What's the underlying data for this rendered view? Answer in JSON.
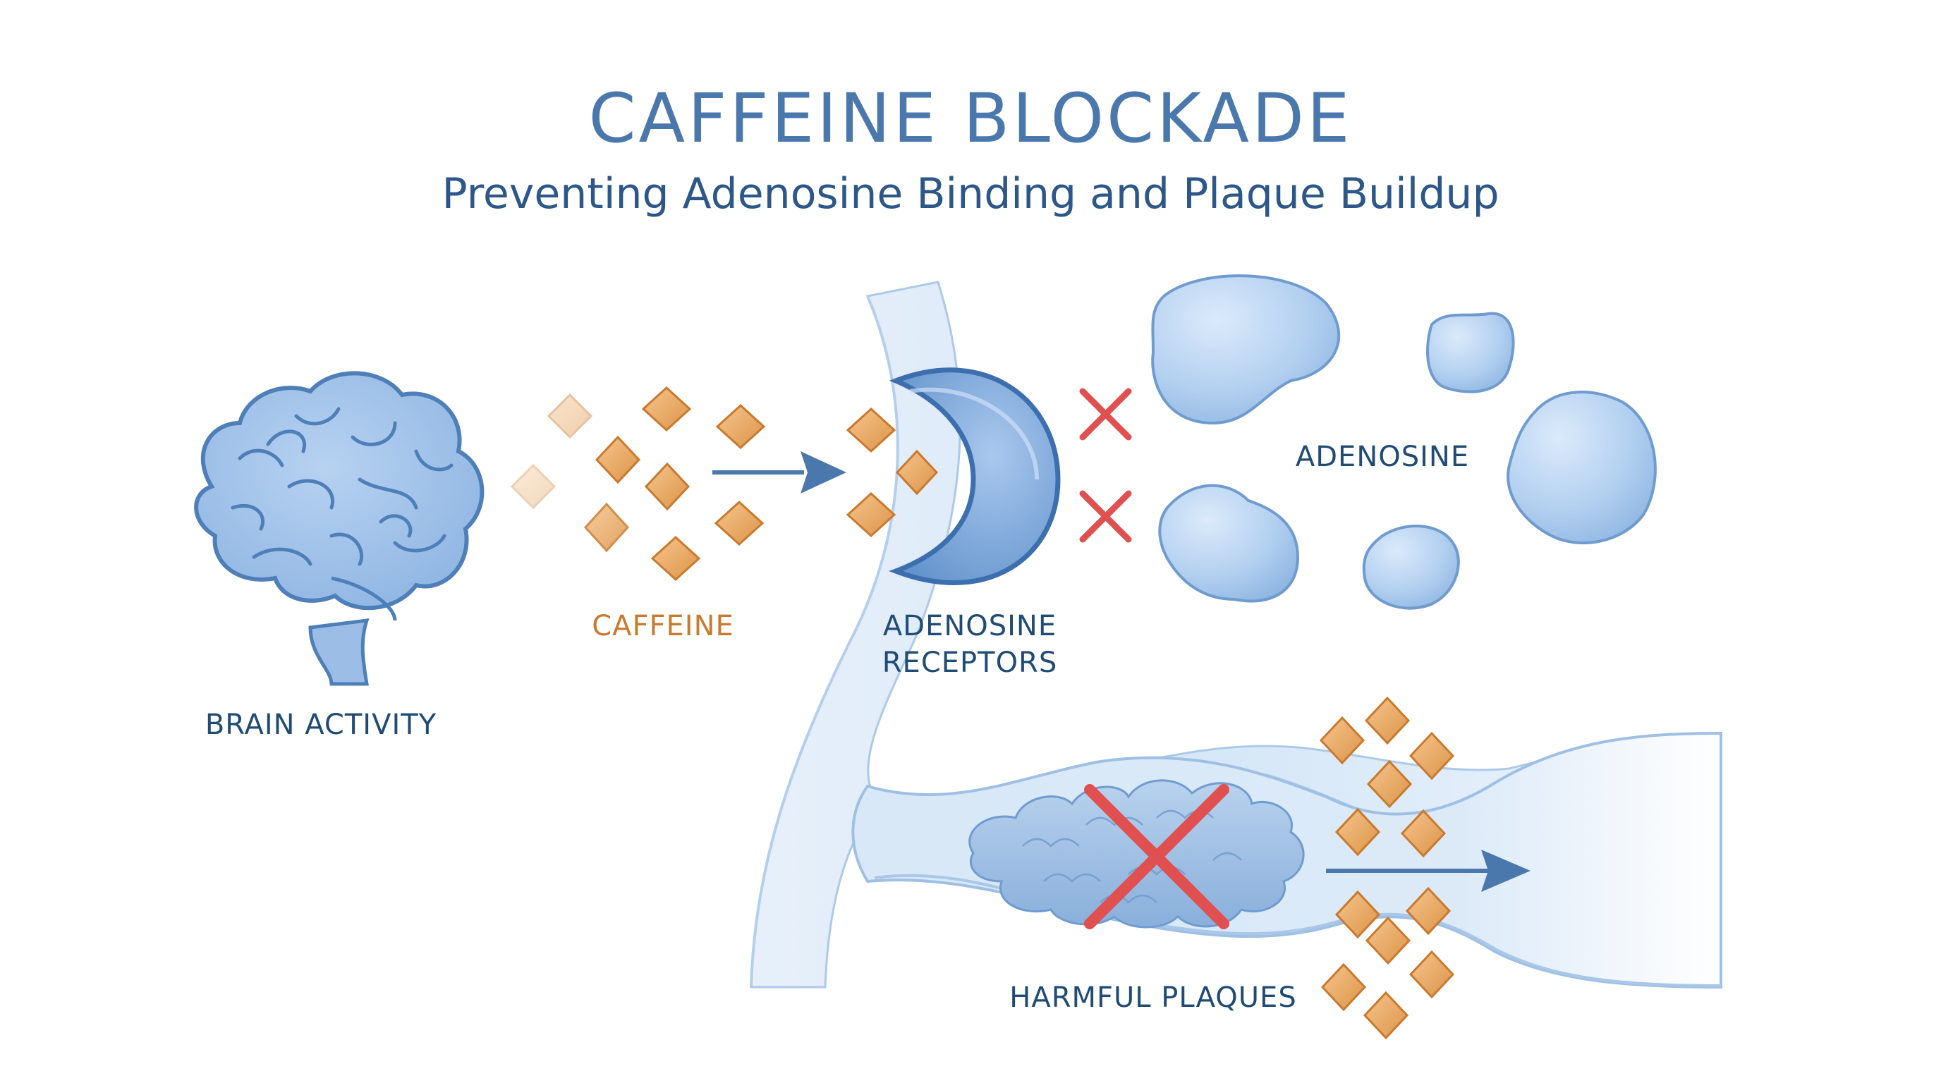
{
  "diagram": {
    "title": "CAFFEINE BLOCKADE",
    "subtitle": "Preventing Adenosine Binding and Plaque Buildup",
    "labels": {
      "brain": "BRAIN ACTIVITY",
      "caffeine": "CAFFEINE",
      "receptors_line1": "ADENOSINE",
      "receptors_line2": "RECEPTORS",
      "adenosine": "ADENOSINE",
      "plaques": "HARMFUL PLAQUES"
    }
  },
  "colors": {
    "title": "#4a78ad",
    "text": "#1f4b74",
    "caffeine": "#e0a05a",
    "caffeine_stroke": "#c87a2e",
    "receptor": "#6f9fd4",
    "adenosine": "#a9c9ec",
    "vessel": "#d7e7f7",
    "block_x": "#e05050"
  },
  "icons": [
    "brain-icon",
    "caffeine-molecule-icon",
    "receptor-icon",
    "adenosine-molecule-icon",
    "block-x-icon",
    "plaque-icon",
    "arrow-icon"
  ]
}
